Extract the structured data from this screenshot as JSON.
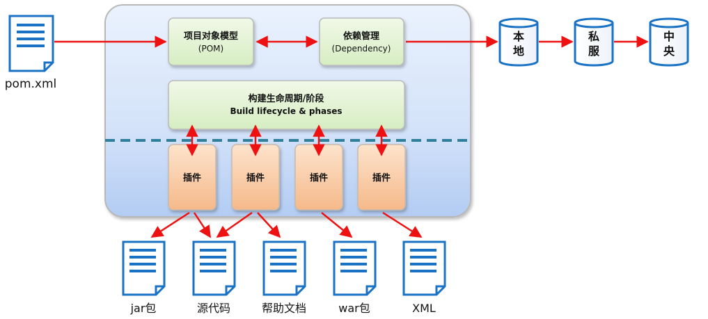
{
  "pom_file": {
    "label": "pom.xml"
  },
  "pom_box": {
    "line1": "项目对象模型",
    "line2": "(POM)"
  },
  "dependency_box": {
    "line1": "依赖管理",
    "line2": "(Dependency)"
  },
  "lifecycle_box": {
    "line1": "构建生命周期/阶段",
    "line2": "Build lifecycle & phases"
  },
  "plugins": [
    "插件",
    "插件",
    "插件",
    "插件"
  ],
  "repositories": [
    {
      "line1": "本",
      "line2": "地"
    },
    {
      "line1": "私",
      "line2": "服"
    },
    {
      "line1": "中",
      "line2": "央"
    }
  ],
  "outputs": [
    "jar包",
    "源代码",
    "帮助文档",
    "war包",
    "XML"
  ],
  "colors": {
    "arrow": "#ee1111",
    "doc_blue": "#1a72c4",
    "container_top": "#e8f0fc",
    "container_bottom": "#b9d0f5",
    "green_box": "#e3f3d4",
    "orange_box": "#f7cba0",
    "dashed_line": "#2f7f9a"
  }
}
